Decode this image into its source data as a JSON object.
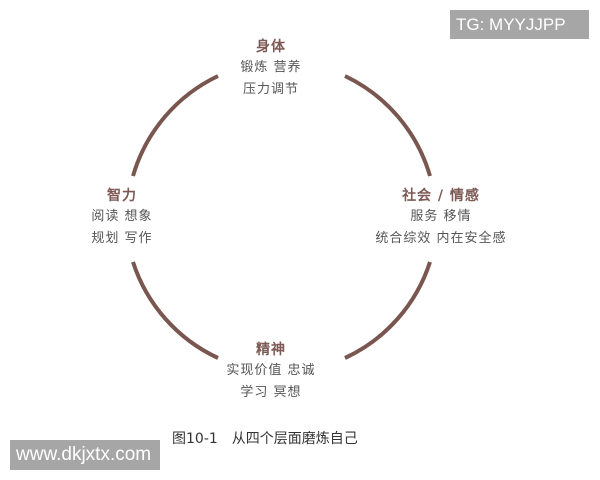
{
  "diagram": {
    "arc_color": "#7a5650",
    "title_color": "#7d5a55",
    "nodes": {
      "top": {
        "title": "身体",
        "lines": [
          "锻炼 营养",
          "压力调节"
        ]
      },
      "left": {
        "title": "智力",
        "lines": [
          "阅读 想象",
          "规划 写作"
        ]
      },
      "right": {
        "title": "社会 / 情感",
        "lines": [
          "服务 移情",
          "统合综效 内在安全感"
        ]
      },
      "bottom": {
        "title": "精神",
        "lines": [
          "实现价值 忠诚",
          "学习 冥想"
        ]
      }
    }
  },
  "caption": {
    "number": "图10-1",
    "text": "从四个层面磨炼自己"
  },
  "watermarks": {
    "top_right": "TG: MYYJJPP",
    "bottom_left": "www.dkjxtx.com"
  }
}
